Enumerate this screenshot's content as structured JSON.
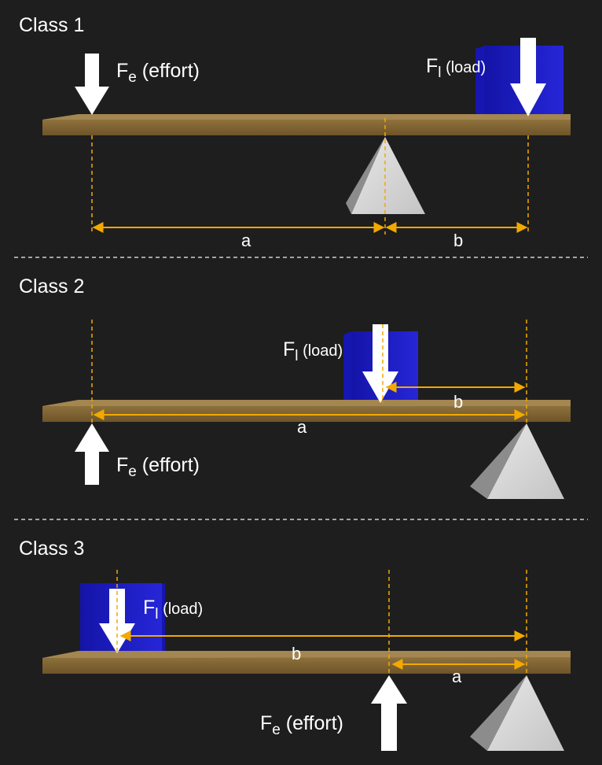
{
  "colors": {
    "background": "#1e1e1e",
    "beam": "#8a6d3b",
    "load_block": "#1f1fc8",
    "fulcrum": "#d6d6d6",
    "dimension": "#f2a900",
    "arrow": "#ffffff",
    "divider": "#cfcfcf"
  },
  "classes": [
    {
      "title": "Class 1",
      "effort": {
        "symbol": "F",
        "subscript": "e",
        "text": " (effort)",
        "direction": "down",
        "icon": "arrow-down-icon"
      },
      "load": {
        "symbol": "F",
        "subscript": "l",
        "text": " (load)",
        "direction": "down",
        "icon": "arrow-down-icon"
      },
      "dim_a": "a",
      "dim_b": "b"
    },
    {
      "title": "Class 2",
      "effort": {
        "symbol": "F",
        "subscript": "e",
        "text": " (effort)",
        "direction": "up",
        "icon": "arrow-up-icon"
      },
      "load": {
        "symbol": "F",
        "subscript": "l",
        "text": " (load)",
        "direction": "down",
        "icon": "arrow-down-icon"
      },
      "dim_a": "a",
      "dim_b": "b"
    },
    {
      "title": "Class 3",
      "effort": {
        "symbol": "F",
        "subscript": "e",
        "text": " (effort)",
        "direction": "up",
        "icon": "arrow-up-icon"
      },
      "load": {
        "symbol": "F",
        "subscript": "l",
        "text": " (load)",
        "direction": "down",
        "icon": "arrow-down-icon"
      },
      "dim_a": "a",
      "dim_b": "b"
    }
  ]
}
